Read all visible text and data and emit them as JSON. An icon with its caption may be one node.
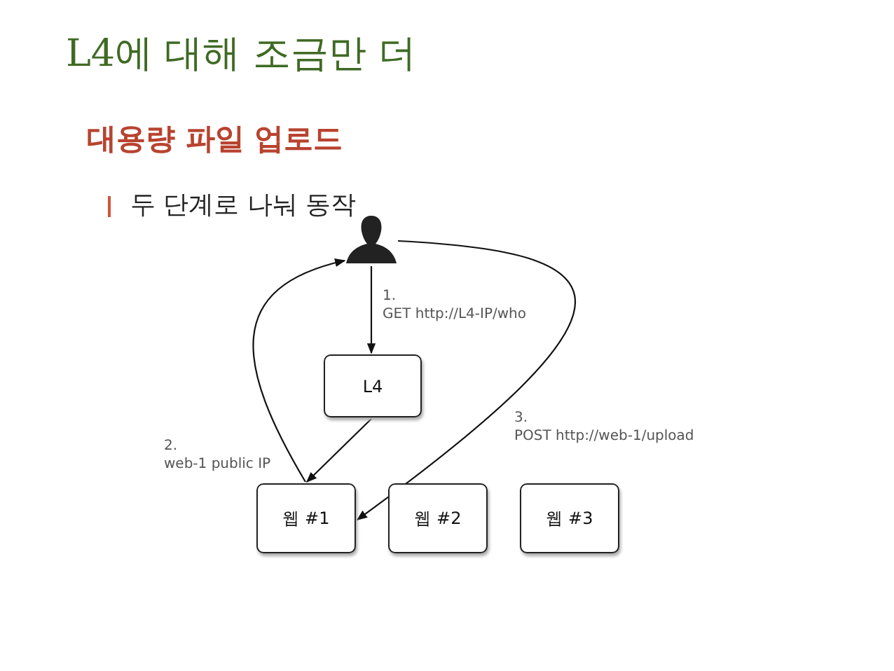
{
  "diagram": {
    "title": "L4에 대해 조금만 더",
    "nodes": [
      {
        "text": [],
        "shape": "person"
      },
      {
        "text": [
          "L4"
        ]
      },
      {
        "text": [
          "웹 #1"
        ]
      },
      {
        "text": [
          "웹 #2"
        ]
      },
      {
        "text": [
          "웹 #3"
        ]
      }
    ],
    "edges": [
      {
        "from": 0,
        "to": 1,
        "arrow": "to",
        "label": "1. GET http://L4-IP/who"
      },
      {
        "from": 1,
        "to": 2,
        "arrow": "to"
      },
      {
        "from": 2,
        "to": 0,
        "arrow": "to",
        "label": "2. web-1 public IP"
      },
      {
        "from": 0,
        "to": 2,
        "arrow": "to",
        "label": "3. POST http://web-1/upload"
      }
    ],
    "labels": [
      "대용량 파일 업로드",
      "두 단계로 나눠 동작"
    ]
  }
}
